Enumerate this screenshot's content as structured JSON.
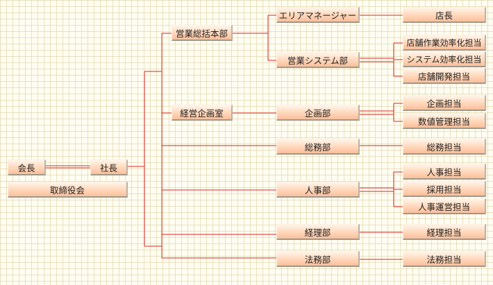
{
  "nodes": {
    "chairman": "会長",
    "board": "取締役会",
    "president": "社長",
    "sales_hq": "営業総括本部",
    "planning_office": "経営企画室",
    "area_manager": "エリアマネージャー",
    "sales_system": "営業システム部",
    "planning_dept": "企画部",
    "general_affairs": "総務部",
    "hr": "人事部",
    "accounting": "経理部",
    "legal": "法務部",
    "store_manager": "店長",
    "store_efficiency": "店舗作業効率化担当",
    "system_efficiency": "システム効率化担当",
    "store_development": "店舗開発担当",
    "planning_staff": "企画担当",
    "numbers_staff": "数値管理担当",
    "ga_staff": "総務担当",
    "hr_staff": "人事担当",
    "recruit_staff": "採用担当",
    "hr_ops_staff": "人事運営担当",
    "accounting_staff": "経理担当",
    "legal_staff": "法務担当"
  },
  "colors": {
    "connector": "#e02424",
    "box_top": "#fff5ea",
    "box_bottom": "#fcbf9a",
    "grid_background": "#fffdf2"
  }
}
